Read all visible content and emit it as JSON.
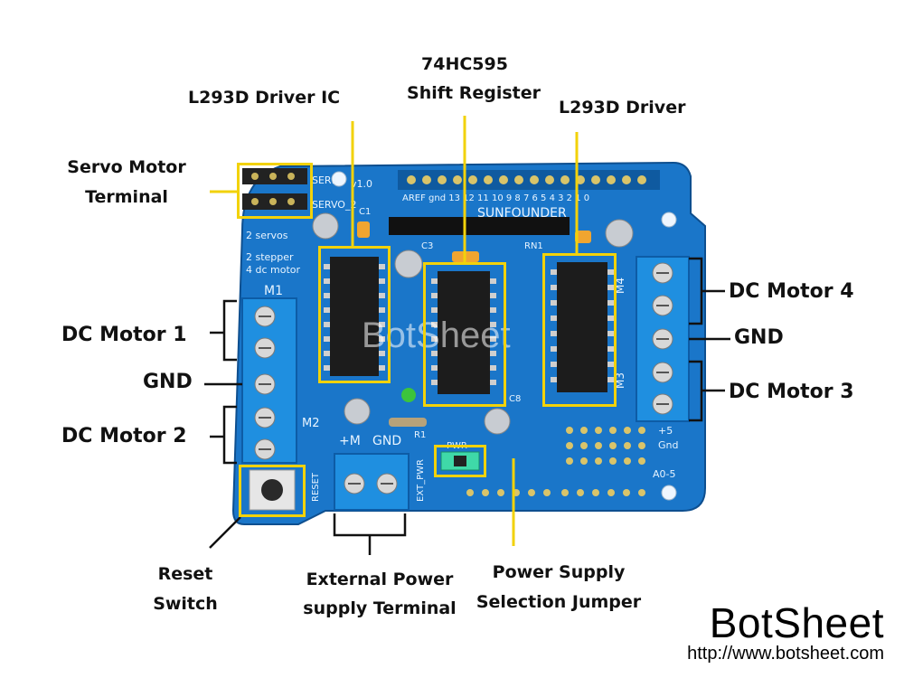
{
  "labels": {
    "l293d_ic": "L293D Driver IC",
    "shift_register_part": "74HC595",
    "shift_register_name": "Shift Register",
    "l293d_driver": "L293D Driver",
    "servo_line1": "Servo Motor",
    "servo_line2": "Terminal",
    "dc_motor_1": "DC Motor 1",
    "gnd_left": "GND",
    "dc_motor_2": "DC Motor 2",
    "dc_motor_4": "DC Motor 4",
    "gnd_right": "GND",
    "dc_motor_3": "DC Motor 3",
    "reset_line1": "Reset",
    "reset_line2": "Switch",
    "ext_power_line1": "External Power",
    "ext_power_line2": "supply Terminal",
    "jumper_line1": "Power Supply",
    "jumper_line2": "Selection Jumper"
  },
  "board_silkscreen": {
    "version": "v1.0",
    "brand": "SUNFOUNDER",
    "servo1": "SER1",
    "servo2": "SERVO_2",
    "c1": "C1",
    "c3": "C3",
    "rn1": "RN1",
    "m1": "M1",
    "m2": "M2",
    "m4": "M4",
    "m3": "M3",
    "plus_m": "+M",
    "gnd": "GND",
    "r1": "R1",
    "c8": "C8",
    "pwr": "PWR",
    "ext_pwr": "EXT_PWR",
    "reset": "RESET",
    "plus5": "+5",
    "gnd_small": "Gnd",
    "a0_5": "A0-5",
    "servos_note": "2 servos",
    "stepper_note": "2 stepper",
    "dc_note": "4 dc motor",
    "pins": "AREF gnd 13 12 11 10 9 8 7 6 5 4 3 2 1 0"
  },
  "watermark": "BotSheet",
  "footer": {
    "brand": "BotSheet",
    "url": "http://www.botsheet.com"
  },
  "colors": {
    "board": "#1a76c9",
    "terminal": "#1f8fe0",
    "callout": "#f2d20a",
    "chip": "#1c1c1c"
  }
}
